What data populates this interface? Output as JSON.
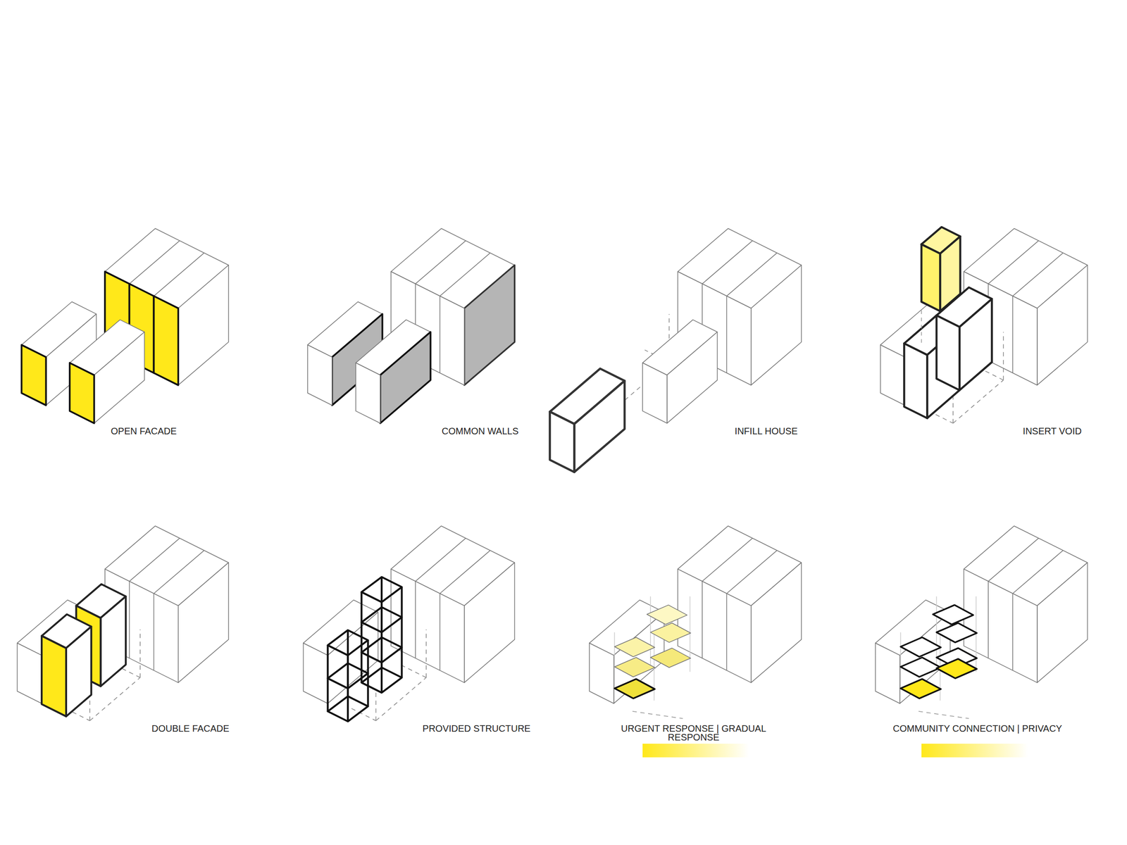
{
  "diagram": {
    "labels": [
      "OPEN FACADE",
      "COMMON WALLS",
      "INFILL HOUSE",
      "INSERT VOID",
      "DOUBLE FACADE",
      "PROVIDED STRUCTURE",
      "URGENT RESPONSE | GRADUAL RESPONSE",
      "COMMUNITY CONNECTION | PRIVACY"
    ]
  }
}
